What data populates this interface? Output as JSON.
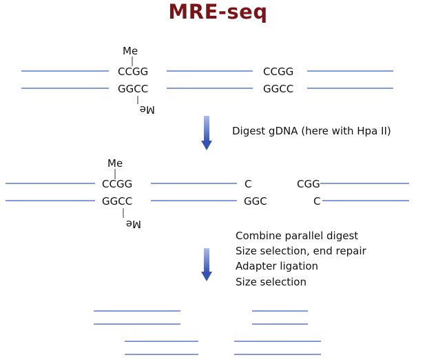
{
  "title": "MRE-seq",
  "colors": {
    "title": "#7b1416",
    "strand": "#3b5cc4",
    "arrow_light": "#8fa6df",
    "arrow_dark": "#3553b3",
    "text": "#111111"
  },
  "methyl_label": "Me",
  "top_site": {
    "methylated_top": "CCGG",
    "methylated_bottom": "GGCC",
    "unmethylated_top": "CCGG",
    "unmethylated_bottom": "GGCC"
  },
  "step1": {
    "arrow_icon": "down-arrow-icon",
    "label": "Digest gDNA (here with Hpa II)"
  },
  "digested": {
    "methylated_top": "CCGG",
    "methylated_bottom": "GGCC",
    "left_cut_top": "C",
    "left_cut_bottom": "GGC",
    "right_cut_top": "CGG",
    "right_cut_bottom": "C"
  },
  "step2": {
    "arrow_icon": "down-arrow-icon",
    "lines": [
      "Combine parallel digest",
      "Size selection, end repair",
      "Adapter ligation",
      "Size selection"
    ]
  }
}
